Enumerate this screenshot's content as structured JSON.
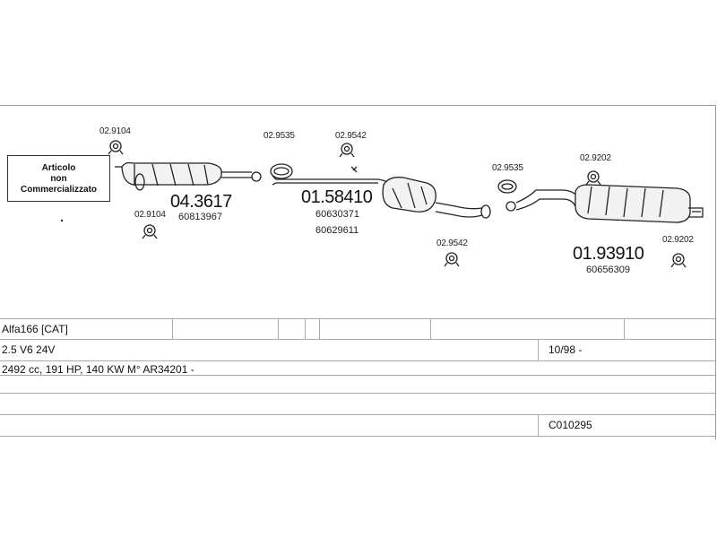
{
  "note": {
    "line1": "Articolo",
    "line2": "non",
    "line3": "Commercializzato"
  },
  "parts": [
    {
      "code": "02.9104"
    },
    {
      "code": "02.9104"
    },
    {
      "code": "04.3617",
      "ref": "60813967"
    },
    {
      "code": "02.9535"
    },
    {
      "code": "02.9542"
    },
    {
      "code": "01.58410",
      "ref1": "60630371",
      "ref2": "60629611"
    },
    {
      "code": "02.9542"
    },
    {
      "code": "02.9535"
    },
    {
      "code": "02.9202"
    },
    {
      "code": "01.93910",
      "ref": "60656309"
    },
    {
      "code": "02.9202"
    }
  ],
  "vehicle": {
    "model": "Alfa166  [CAT]",
    "engine": "2.5 V6 24V",
    "specs": "2492 cc, 191 HP, 140 KW M° AR34201 -",
    "date": "10/98 -",
    "system_code": "C010295"
  }
}
